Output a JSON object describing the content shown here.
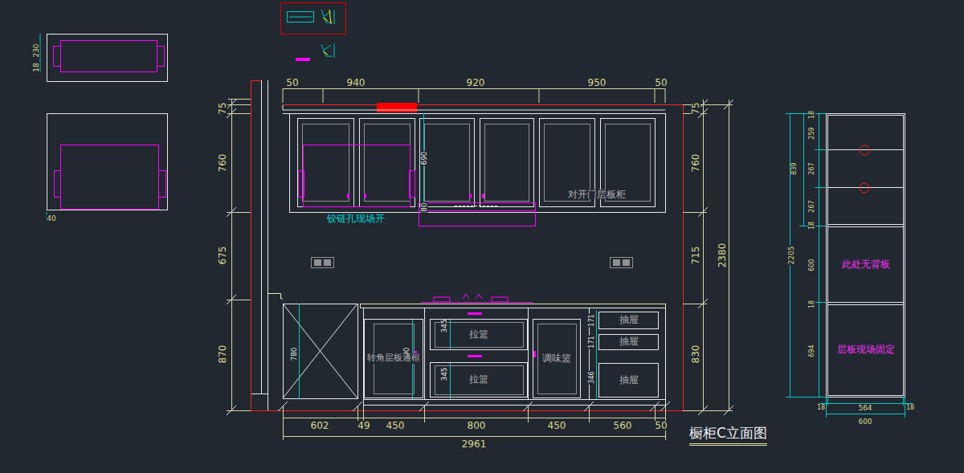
{
  "diagram": {
    "title": "橱柜C立面图",
    "nodes": [
      {
        "text": [
          "转角层板通框"
        ]
      },
      {
        "text": [
          "拉篮"
        ]
      },
      {
        "text": [
          "拉篮"
        ]
      },
      {
        "text": [
          "调味篮"
        ]
      },
      {
        "text": [
          "抽屉"
        ]
      },
      {
        "text": [
          "抽屉"
        ]
      },
      {
        "text": [
          "抽屉"
        ]
      },
      {
        "text": [
          "此处无背板"
        ]
      },
      {
        "text": [
          "层板现场固定"
        ]
      }
    ],
    "labels": [
      "50",
      "940",
      "920",
      "950",
      "50",
      "75",
      "760",
      "675",
      "870",
      "75",
      "760",
      "715",
      "830",
      "2380",
      "602",
      "49",
      "450",
      "800",
      "450",
      "560",
      "50",
      "2961",
      "690",
      "80",
      "780",
      "690",
      "345",
      "345",
      "171",
      "171",
      "346",
      "铰链孔现场开",
      "对开门层板柜",
      "18",
      "259",
      "267",
      "267",
      "839",
      "18",
      "600",
      "18",
      "694",
      "2205",
      "18",
      "564",
      "18",
      "600",
      "230",
      "18",
      "40"
    ]
  }
}
